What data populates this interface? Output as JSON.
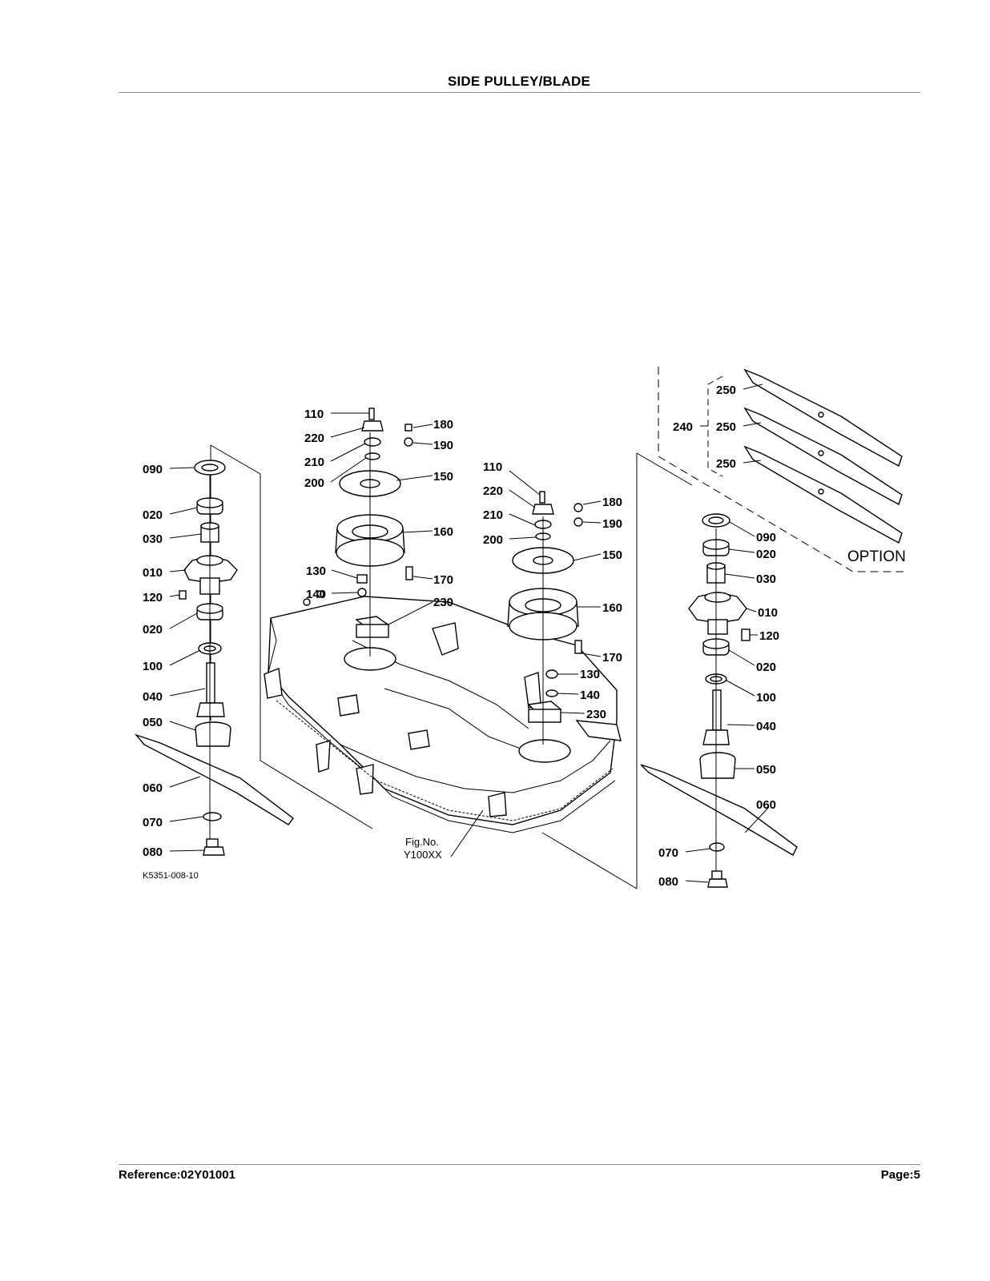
{
  "page": {
    "title": "SIDE PULLEY/BLADE",
    "reference": "Reference:02Y01001",
    "page_number": "Page:5"
  },
  "diagram": {
    "drawing_code": "K5351-008-10",
    "fig_label_line1": "Fig.No.",
    "fig_label_line2": "Y100XX",
    "option_label": "OPTION",
    "callouts": {
      "left": [
        "090",
        "020",
        "030",
        "010",
        "120",
        "020",
        "100",
        "040",
        "050",
        "060",
        "070",
        "080"
      ],
      "center_left": [
        "110",
        "220",
        "210",
        "200",
        "180",
        "190",
        "150",
        "160",
        "130",
        "140",
        "170",
        "230"
      ],
      "center_right": [
        "110",
        "220",
        "210",
        "200",
        "180",
        "190",
        "150",
        "160",
        "170",
        "130",
        "140",
        "230"
      ],
      "right": [
        "090",
        "020",
        "030",
        "010",
        "120",
        "020",
        "100",
        "040",
        "050",
        "060",
        "070",
        "080"
      ],
      "option": [
        "240",
        "250",
        "250",
        "250"
      ]
    }
  }
}
